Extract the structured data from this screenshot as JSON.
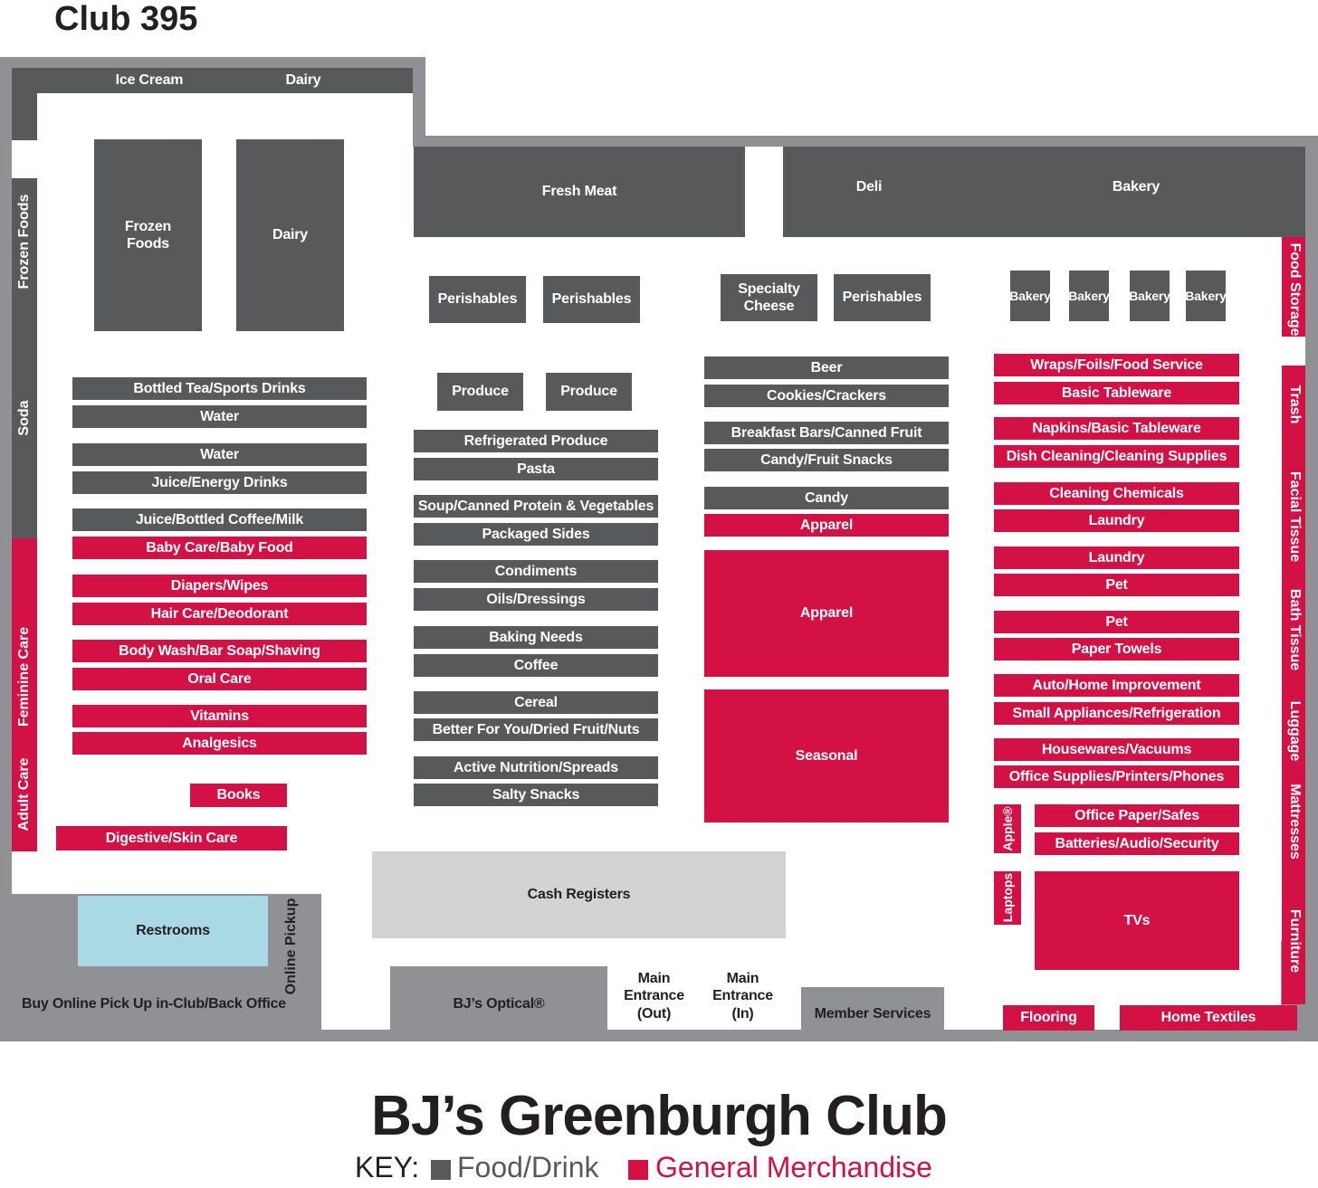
{
  "club_number": "Club 395",
  "club_name": "BJ’s Greenburgh Club",
  "key": {
    "label": "KEY:",
    "food": "Food/Drink",
    "general": "General Merchandise",
    "food_color": "#58595b",
    "general_color": "#d31145"
  },
  "top_wall": {
    "ice_cream": "Ice Cream",
    "dairy": "Dairy"
  },
  "left_wall": {
    "frozen_foods": "Frozen Foods",
    "soda": "Soda",
    "feminine_care": "Feminine Care",
    "adult_care": "Adult Care"
  },
  "right_wall": {
    "food_storage": "Food Storage",
    "trash": "Trash",
    "facial_tissue": "Facial Tissue",
    "bath_tissue": "Bath Tissue",
    "luggage": "Luggage",
    "mattresses": "Mattresses",
    "furniture": "Furniture"
  },
  "back": {
    "fresh_meat": "Fresh Meat",
    "deli": "Deli",
    "bakery": "Bakery"
  },
  "freezers": {
    "frozen_foods": "Frozen\nFoods",
    "dairy": "Dairy"
  },
  "islands": {
    "perishables_1": "Perishables",
    "perishables_2": "Perishables",
    "specialty_cheese": "Specialty\nCheese",
    "perishables_3": "Perishables",
    "bakery_1": "Bakery",
    "bakery_2": "Bakery",
    "bakery_3": "Bakery",
    "bakery_4": "Bakery",
    "produce_1": "Produce",
    "produce_2": "Produce"
  },
  "aisle1": [
    "Bottled Tea/Sports Drinks",
    "Water",
    "Water",
    "Juice/Energy Drinks",
    "Juice/Bottled Coffee/Milk",
    "Baby Care/Baby Food",
    "Diapers/Wipes",
    "Hair Care/Deodorant",
    "Body Wash/Bar Soap/Shaving",
    "Oral Care",
    "Vitamins",
    "Analgesics",
    "Books",
    "Digestive/Skin Care"
  ],
  "aisle2": [
    "Refrigerated Produce",
    "Pasta",
    "Soup/Canned Protein & Vegetables",
    "Packaged Sides",
    "Condiments",
    "Oils/Dressings",
    "Baking Needs",
    "Coffee",
    "Cereal",
    "Better For You/Dried Fruit/Nuts",
    "Active Nutrition/Spreads",
    "Salty Snacks"
  ],
  "aisle3": [
    "Beer",
    "Cookies/Crackers",
    "Breakfast Bars/Canned Fruit",
    "Candy/Fruit Snacks",
    "Candy",
    "Apparel",
    "Apparel",
    "Seasonal"
  ],
  "aisle4": [
    "Wraps/Foils/Food Service",
    "Basic Tableware",
    "Napkins/Basic Tableware",
    "Dish Cleaning/Cleaning Supplies",
    "Cleaning Chemicals",
    "Laundry",
    "Laundry",
    "Pet",
    "Pet",
    "Paper Towels",
    "Auto/Home Improvement",
    "Small Appliances/Refrigeration",
    "Housewares/Vacuums",
    "Office Supplies/Printers/Phones",
    "Apple®",
    "Office Paper/Safes",
    "Batteries/Audio/Security",
    "Laptops",
    "TVs"
  ],
  "front": {
    "cash_registers": "Cash Registers",
    "restrooms": "Restrooms",
    "online_pickup": "Online Pickup",
    "back_office": "Buy Online Pick Up in-Club/Back Office",
    "optical": "BJ’s Optical®",
    "main_out": "Main\nEntrance\n(Out)",
    "main_in": "Main\nEntrance\n(In)",
    "member_services": "Member Services",
    "flooring": "Flooring",
    "home_textiles": "Home Textiles"
  }
}
